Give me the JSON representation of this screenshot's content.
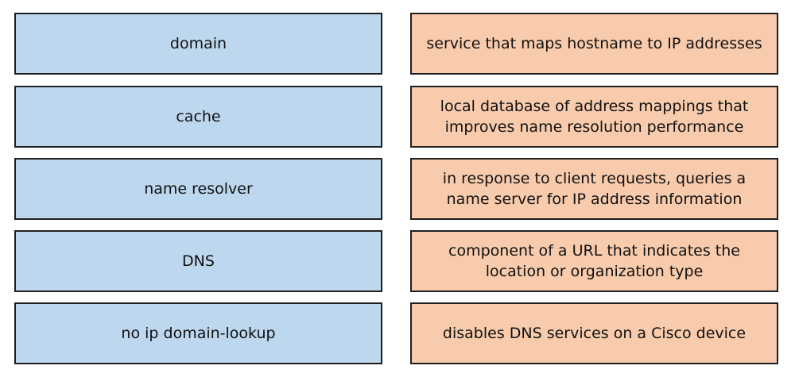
{
  "colors": {
    "term_fill": "#bdd7ee",
    "definition_fill": "#f8cbad",
    "border": "#1f1f1f"
  },
  "terms": [
    "domain",
    "cache",
    "name resolver",
    "DNS",
    "no ip domain-lookup"
  ],
  "definitions": [
    "service that maps hostname to IP addresses",
    "local database of address mappings that improves name resolution performance",
    "in response to client requests, queries a name server for IP address information",
    "component of a URL that indicates the location or organization type",
    "disables DNS services on a Cisco device"
  ]
}
